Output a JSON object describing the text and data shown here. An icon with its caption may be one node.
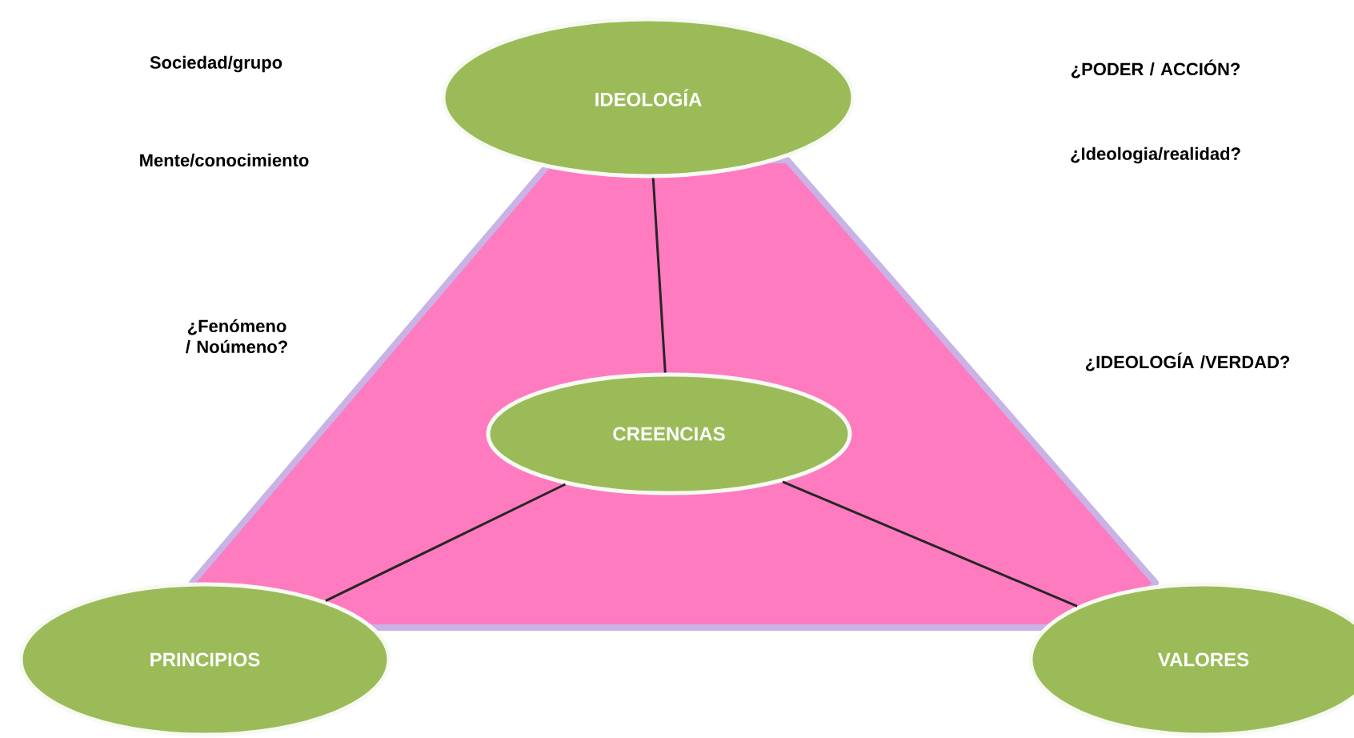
{
  "diagram": {
    "nodes": [
      {
        "text": [
          "IDEOLOGÍA"
        ]
      },
      {
        "text": [
          "CREENCIAS"
        ]
      },
      {
        "text": [
          "PRINCIPIOS"
        ]
      },
      {
        "text": [
          "VALORES"
        ]
      }
    ],
    "edges": [
      {
        "from": 0,
        "to": 1,
        "arrow": "none"
      },
      {
        "from": 1,
        "to": 2,
        "arrow": "none"
      },
      {
        "from": 1,
        "to": 3,
        "arrow": "none"
      }
    ],
    "labels": [
      "Sociedad/grupo",
      "¿PODER / ACCIÓN?",
      "Mente/conocimiento",
      "¿Ideologia/realidad?",
      "¿Fenómeno / Noúmeno?",
      "¿IDEOLOGÍA /VERDAD?"
    ]
  }
}
